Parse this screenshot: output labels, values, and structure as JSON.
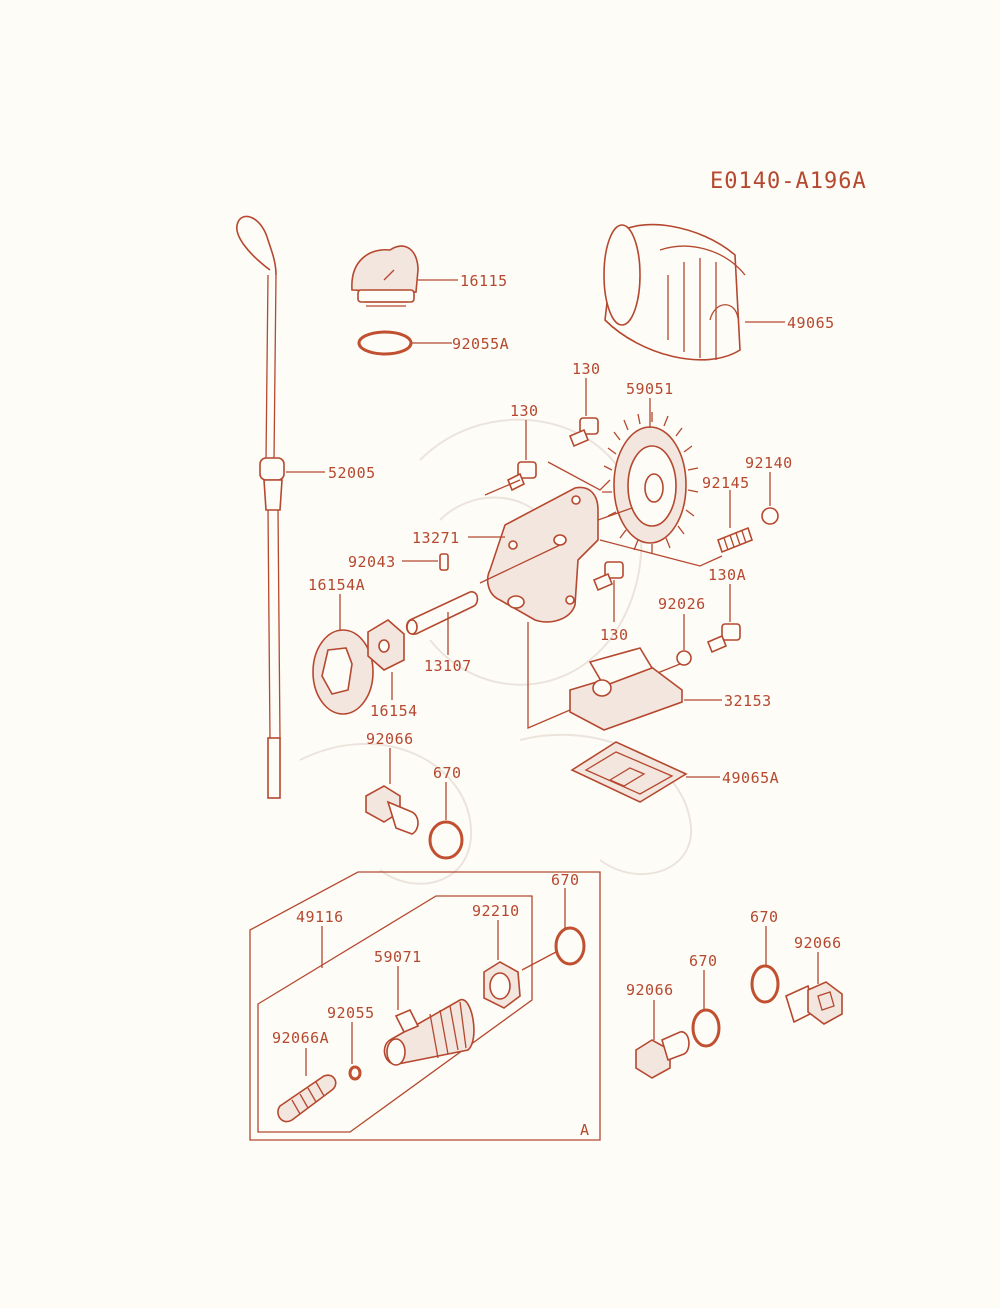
{
  "diagram_code": "E0140-A196A",
  "section_marker": "A",
  "labels": {
    "p16115": "16115",
    "p92055A": "92055A",
    "p49065": "49065",
    "p130_a": "130",
    "p130_b": "130",
    "p59051": "59051",
    "p92140": "92140",
    "p92145": "92145",
    "p52005": "52005",
    "p13271": "13271",
    "p92043": "92043",
    "p16154A": "16154A",
    "p130A": "130A",
    "p92026": "92026",
    "p130_c": "130",
    "p13107": "13107",
    "p16154": "16154",
    "p32153": "32153",
    "p92066_a": "92066",
    "p670_a": "670",
    "p49065A": "49065A",
    "p670_b": "670",
    "p49116": "49116",
    "p92210": "92210",
    "p59071": "59071",
    "p92055": "92055",
    "p92066A": "92066A",
    "p670_c": "670",
    "p92066_b": "92066",
    "p670_d": "670",
    "p92066_c": "92066"
  }
}
